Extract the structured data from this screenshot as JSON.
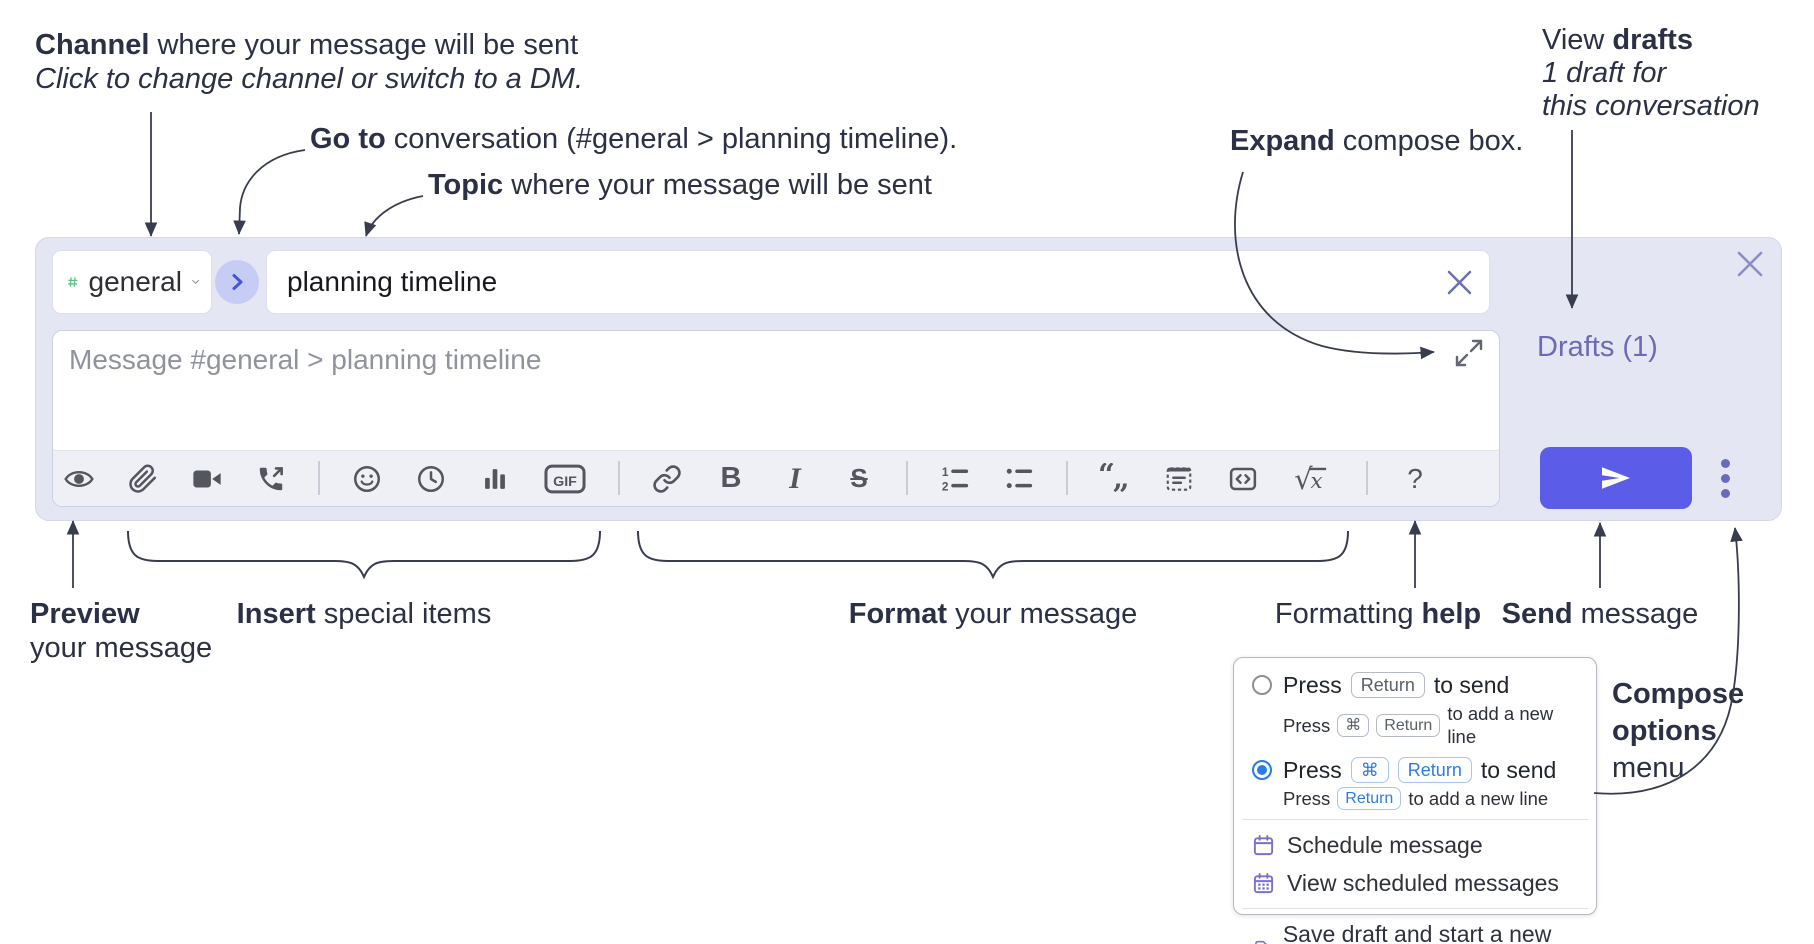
{
  "annotations": {
    "channel_line1_bold": "Channel",
    "channel_line1_rest": " where your message will be sent",
    "channel_line2": "Click to change channel or switch to a DM.",
    "goto_bold": "Go to",
    "goto_rest": " conversation (#general > planning timeline).",
    "topic_bold": "Topic",
    "topic_rest": " where your message will be sent",
    "expand_bold": "Expand",
    "expand_rest": " compose box.",
    "drafts_line1_pre": "View ",
    "drafts_line1_bold": "drafts",
    "drafts_line2": "1 draft for",
    "drafts_line3": "this conversation",
    "preview_bold": "Preview",
    "preview_line2": "your message",
    "insert_bold": "Insert",
    "insert_rest": " special items",
    "format_bold": "Format",
    "format_rest": " your message",
    "help_pre": "Formatting ",
    "help_bold": "help",
    "send_bold": "Send",
    "send_rest": " message",
    "compose_options_line1": "Compose",
    "compose_options_line2": "options",
    "compose_options_line3": "menu"
  },
  "compose": {
    "channel_hash": "#",
    "channel_name": "general",
    "topic_value": "planning timeline",
    "message_placeholder": "Message #general > planning timeline",
    "drafts_link": "Drafts (1)"
  },
  "toolbar": {
    "gif_label": "GIF",
    "bold_label": "B",
    "italic_label": "I",
    "strike_label": "S",
    "quote_open": "“",
    "quote_close": "„",
    "math_sqrt": "√",
    "math_x": "x",
    "help_label": "?",
    "ol_1": "1",
    "ol_2": "2"
  },
  "options_menu": {
    "press": "Press",
    "to_send": "to send",
    "add_line": "to add a new line",
    "key_return": "Return",
    "key_cmd": "⌘",
    "item_schedule": "Schedule message",
    "item_view_scheduled": "View scheduled messages",
    "item_save_draft": "Save draft and start a new message"
  },
  "colors": {
    "send_button_indigo": "#5b5ce8",
    "drafts_link_purple": "#6c6ab4",
    "hash_green": "#5fc284",
    "goto_circle_bg": "#c7ccf5",
    "goto_chevron_blue": "#4156d8",
    "radio_key_blue": "#2b7ce9",
    "menu_icon_purple": "#7a70d2",
    "compose_bg": "#e4e6f3",
    "annotation_text": "#2b3044",
    "toolbar_icon_gray": "#53565e"
  }
}
